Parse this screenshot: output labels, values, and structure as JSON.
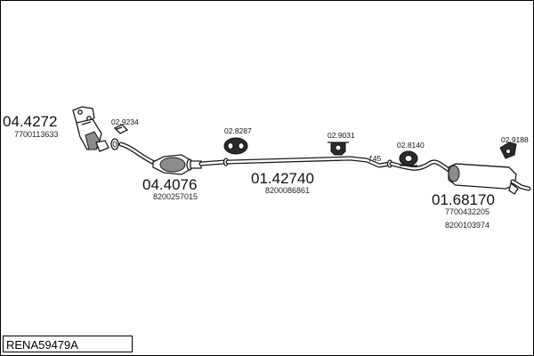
{
  "reference": "RENA59479A",
  "parts": {
    "manifold_cat": {
      "number": "04.4272",
      "oe": "7700113633"
    },
    "front_cat": {
      "number": "04.4076",
      "oe": "8200257015"
    },
    "middle_pipe": {
      "number": "01.42740",
      "oe": "8200086861"
    },
    "rear_silencer": {
      "number": "01.68170",
      "oe": [
        "7700432205",
        "8200103974"
      ]
    }
  },
  "fittings": {
    "gasket": "02.9234",
    "rubber_1": "02.8287",
    "clamp": "02.9031",
    "rubber_2": "02.8140",
    "rubber_3": "02.9188",
    "diameter": "ƒ45"
  }
}
